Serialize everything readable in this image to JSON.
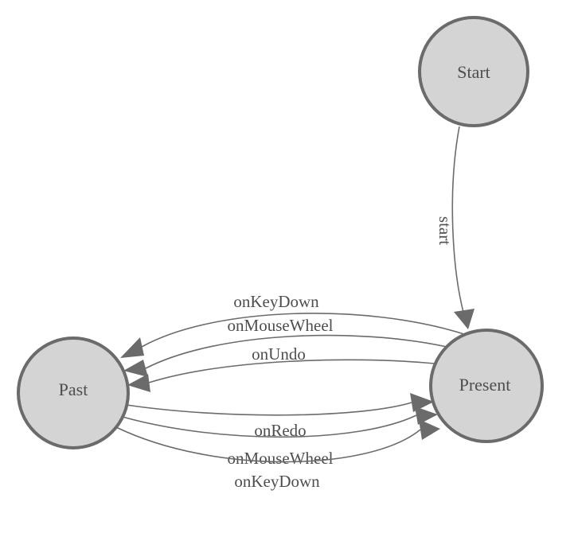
{
  "diagram": {
    "type": "state-machine",
    "colors": {
      "background": "#ffffff",
      "node_fill": "#d4d4d4",
      "node_stroke": "#6b6b6b",
      "edge_stroke": "#6b6b6b",
      "arrow_fill": "#6b6b6b",
      "label_color": "#4e4e4e"
    },
    "nodes": [
      {
        "id": "start",
        "label": "Start"
      },
      {
        "id": "past",
        "label": "Past"
      },
      {
        "id": "present",
        "label": "Present"
      }
    ],
    "edges": [
      {
        "from": "Start",
        "to": "Present",
        "label": "start"
      },
      {
        "from": "Present",
        "to": "Past",
        "label": "onKeyDown"
      },
      {
        "from": "Present",
        "to": "Past",
        "label": "onMouseWheel"
      },
      {
        "from": "Present",
        "to": "Past",
        "label": "onUndo"
      },
      {
        "from": "Past",
        "to": "Present",
        "label": "onRedo"
      },
      {
        "from": "Past",
        "to": "Present",
        "label": "onMouseWheel"
      },
      {
        "from": "Past",
        "to": "Present",
        "label": "onKeyDown"
      }
    ]
  }
}
